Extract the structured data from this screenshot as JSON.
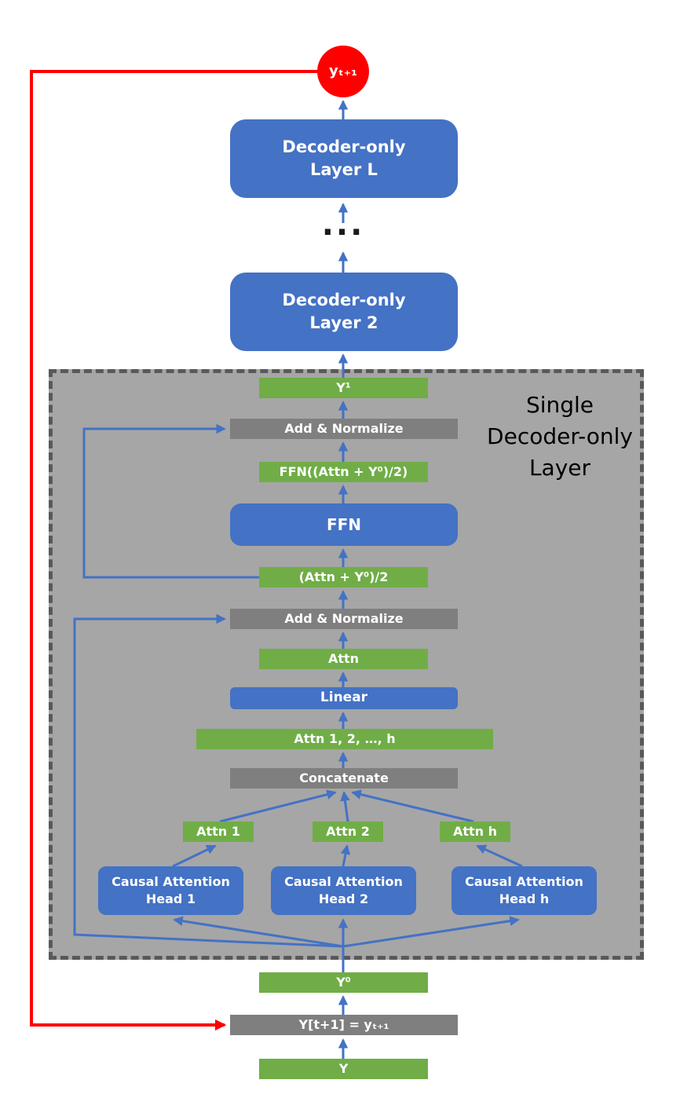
{
  "diagram_title": "Decoder-only Transformer",
  "colors": {
    "node_blue": "#4472C4",
    "node_green": "#70AD47",
    "node_gray": "#7F7F7F",
    "layer_box_fill": "#A6A6A6",
    "layer_box_border": "#595959",
    "arrow_blue": "#4472C4",
    "recurrence_red": "#FF0000"
  },
  "nodes": {
    "output_token": "yₜ₊₁",
    "decoder_layer_L": "Decoder-only\nLayer L",
    "ellipsis": "...",
    "decoder_layer_2": "Decoder-only\nLayer 2",
    "single_layer_label": "Single\nDecoder-only\nLayer",
    "y1": "Y¹",
    "add_normalize_top": "Add & Normalize",
    "ffn_output": "FFN((Attn + Y⁰)/2)",
    "ffn": "FFN",
    "attn_plus_y0": "(Attn + Y⁰)/2",
    "add_normalize_bottom": "Add & Normalize",
    "attn": "Attn",
    "linear": "Linear",
    "attn_concat_list": "Attn 1, 2, …, h",
    "concatenate": "Concatenate",
    "attn_1": "Attn 1",
    "attn_2": "Attn 2",
    "attn_h": "Attn h",
    "head_1": "Causal Attention\nHead 1",
    "head_2": "Causal Attention\nHead 2",
    "head_h": "Causal Attention\nHead h",
    "y0": "Y⁰",
    "y_update": "Y[t+1] = yₜ₊₁",
    "y_input": "Y"
  }
}
